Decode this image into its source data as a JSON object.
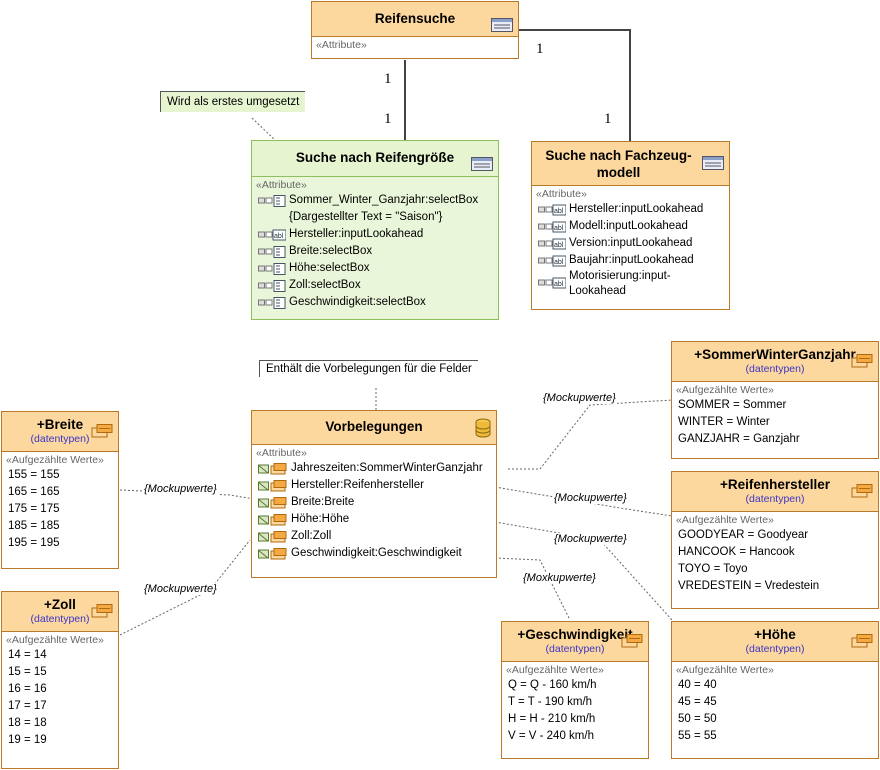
{
  "reifensuche": {
    "title": "Reifensuche",
    "section": "«Attribute»"
  },
  "multiplicities": {
    "left_top": "1",
    "left_bottom": "1",
    "right_top": "1",
    "right_bottom": "1"
  },
  "note_first": "Wird als erstes umgesetzt",
  "note_defaults": "Enthält die Vorbelegungen für die Felder",
  "reifengroesse": {
    "title": "Suche nach Reifengröße",
    "section": "«Attribute»",
    "attrs": [
      "Sommer_Winter_Ganzjahr:selectBox",
      "{Dargestellter Text = \"Saison\"}",
      "Hersteller:inputLookahead",
      "Breite:selectBox",
      "Höhe:selectBox",
      "Zoll:selectBox",
      "Geschwindigkeit:selectBox"
    ]
  },
  "fahrzeugmodell": {
    "title_line1": "Suche nach Fachzeug-",
    "title_line2": "modell",
    "section": "«Attribute»",
    "attrs": [
      "Hersteller:inputLookahead",
      "Modell:inputLookahead",
      "Version:inputLookahead",
      "Baujahr:inputLookahead",
      "Motorisierung:input-Lookahead"
    ]
  },
  "vorbelegungen": {
    "title": "Vorbelegungen",
    "section": "«Attribute»",
    "attrs": [
      "Jahreszeiten:SommerWinterGanzjahr",
      "Hersteller:Reifenhersteller",
      "Breite:Breite",
      "Höhe:Höhe",
      "Zoll:Zoll",
      "Geschwindigkeit:Geschwindigkeit"
    ]
  },
  "enum_section": "«Aufgezählte Werte»",
  "enum_stereotype": "(datentypen)",
  "enums": {
    "breite": {
      "title": "+Breite",
      "values": [
        "155 = 155",
        "165 = 165",
        "175 = 175",
        "185 = 185",
        "195 = 195"
      ]
    },
    "zoll": {
      "title": "+Zoll",
      "values": [
        "14 = 14",
        "15 = 15",
        "16 = 16",
        "17 = 17",
        "18 = 18",
        "19 = 19"
      ]
    },
    "sommer": {
      "title": "+SommerWinterGanzjahr",
      "values": [
        "SOMMER = Sommer",
        "WINTER = Winter",
        "GANZJAHR = Ganzjahr"
      ]
    },
    "hersteller": {
      "title": "+Reifenhersteller",
      "values": [
        "GOODYEAR = Goodyear",
        "HANCOOK = Hancook",
        "TOYO = Toyo",
        "VREDESTEIN = Vredestein"
      ]
    },
    "geschw": {
      "title": "+Geschwindigkeit",
      "values": [
        "Q = Q - 160 km/h",
        "T = T - 190 km/h",
        "H = H - 210 km/h",
        "V = V - 240 km/h"
      ]
    },
    "hoehe": {
      "title": "+Höhe",
      "values": [
        "40 = 40",
        "45 = 45",
        "50 = 50",
        "55 = 55"
      ]
    }
  },
  "link_labels": {
    "sommer": "{Mockupwerte}",
    "hersteller": "{Mockupwerte}",
    "hoehe": "{Mockupwerte}",
    "geschw": "{Moxkupwerte}",
    "breite": "{Mockupwerte}",
    "zoll": "{Mockupwerte}"
  },
  "colors": {
    "class_border": "#b97a2a",
    "class_header": "#fcd79e",
    "green_header": "#e6f4d0",
    "green_border": "#8fbf5c",
    "stereotype": "#3a36c8"
  }
}
